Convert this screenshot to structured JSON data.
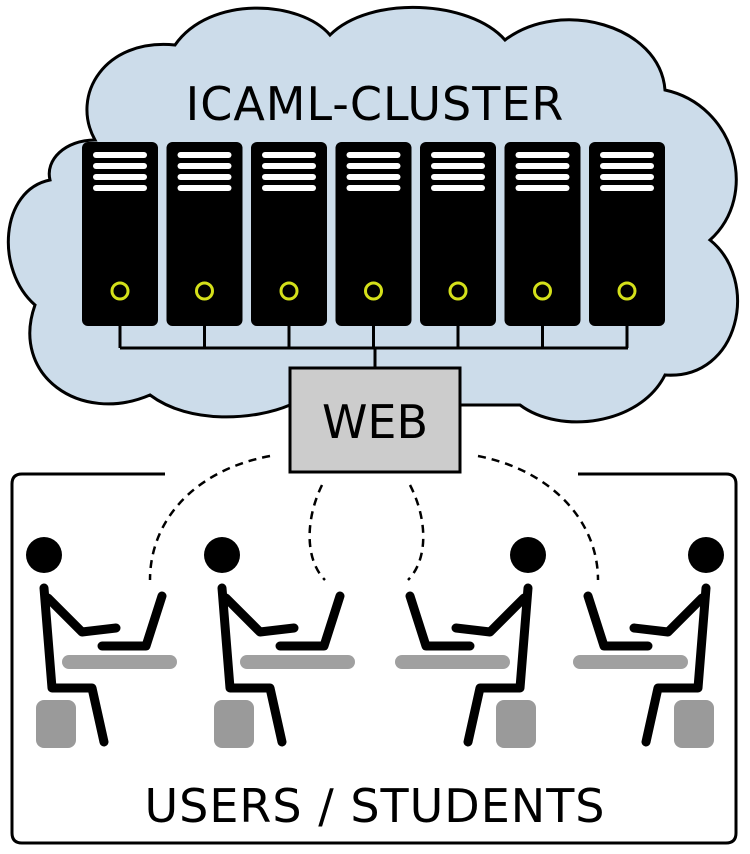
{
  "cluster": {
    "title": "ICAML-CLUSTER",
    "server_count": 7,
    "cloud_color": "#ccdcea",
    "server_color": "#000000",
    "led_color": "#d4e01a"
  },
  "web": {
    "label": "WEB",
    "box_color": "#cccccc"
  },
  "users": {
    "label": "USERS / STUDENTS",
    "user_count": 4,
    "desk_color": "#a0a0a0",
    "seat_color": "#9a9a9a"
  }
}
